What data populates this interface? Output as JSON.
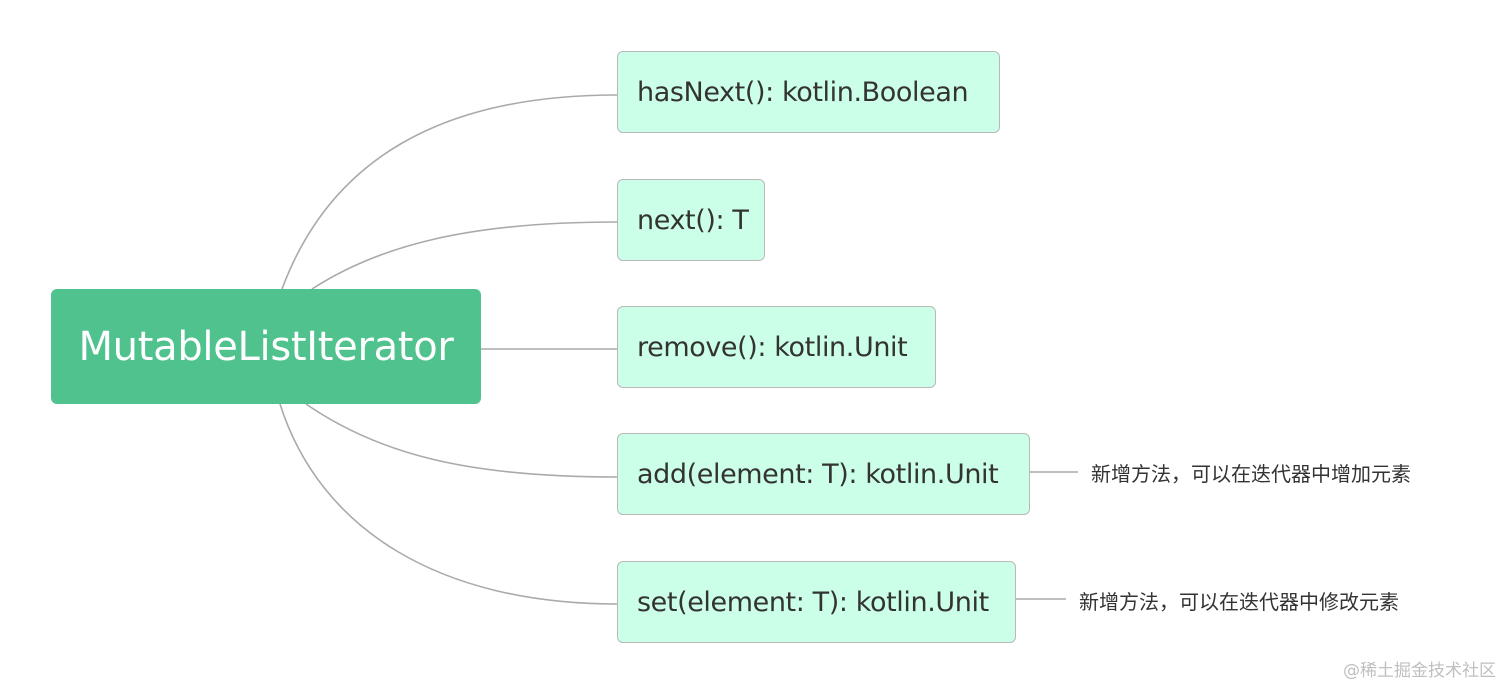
{
  "diagram": {
    "root": {
      "label": "MutableListIterator",
      "color": "#50c28d"
    },
    "children": [
      {
        "label": "hasNext(): kotlin.Boolean"
      },
      {
        "label": "next(): T"
      },
      {
        "label": "remove(): kotlin.Unit"
      },
      {
        "label": "add(element: T): kotlin.Unit",
        "note": "新增方法，可以在迭代器中增加元素"
      },
      {
        "label": "set(element: T): kotlin.Unit",
        "note": "新增方法，可以在迭代器中修改元素"
      }
    ],
    "child_fill": "#ccffe8",
    "line_color": "#aaaaaa"
  },
  "watermark": "@稀土掘金技术社区"
}
